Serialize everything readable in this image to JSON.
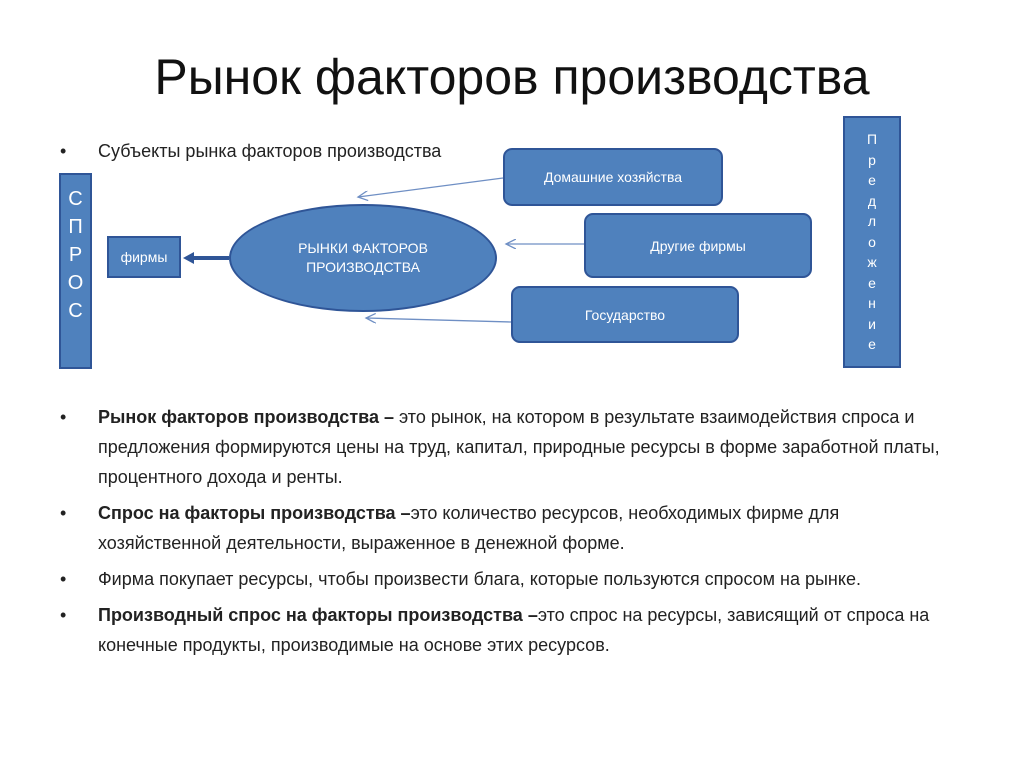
{
  "title": "Рынок факторов производства",
  "subtitle_bullet": "Субъекты рынка факторов производства",
  "diagram": {
    "demand_letters": [
      "С",
      "П",
      "Р",
      "О",
      "С"
    ],
    "supply_letters": [
      "П",
      "р",
      "е",
      "д",
      "л",
      "о",
      "ж",
      "е",
      "н",
      "и",
      "е"
    ],
    "firms": "фирмы",
    "market": "РЫНКИ ФАКТОРОВ ПРОИЗВОДСТВА",
    "households": "Домашние хозяйства",
    "other_firms": "Другие фирмы",
    "state": "Государство",
    "colors": {
      "box_fill": "#4f81bd",
      "box_border": "#2f5597",
      "arrow": "#6f8fc4"
    }
  },
  "bullets": [
    {
      "term": "Рынок факторов производства –",
      "text": " это рынок, на котором в результате взаимодействия спроса и предложения формируются цены на труд, капитал, природные ресурсы в форме заработной платы, процентного дохода и ренты."
    },
    {
      "term": "Спрос на факторы производства –",
      "text": "это количество ресурсов, необходимых фирме для хозяйственной деятельности, выраженное в денежной форме."
    },
    {
      "term": "",
      "text": "Фирма покупает ресурсы, чтобы произвести блага, которые пользуются спросом на рынке."
    },
    {
      "term": "Производный спрос на факторы производства –",
      "text": "это спрос на ресурсы, зависящий от спроса на конечные продукты, производимые на основе этих ресурсов."
    }
  ],
  "bullet_char": "•"
}
